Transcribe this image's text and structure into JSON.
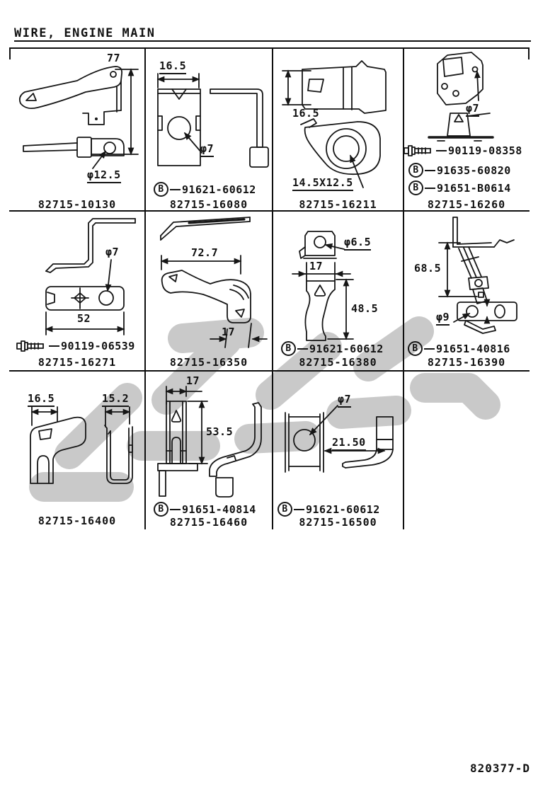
{
  "page": {
    "title": "WIRE, ENGINE MAIN",
    "doc_number": "820377-D"
  },
  "cells": [
    {
      "part": "82715-10130",
      "dims": [
        "77",
        "φ12.5"
      ],
      "refs": []
    },
    {
      "part": "82715-16080",
      "dims": [
        "16.5",
        "φ7"
      ],
      "refs": [
        {
          "badge": "B",
          "num": "91621-60612"
        }
      ]
    },
    {
      "part": "82715-16211",
      "dims": [
        "16.5",
        "14.5X12.5"
      ],
      "refs": []
    },
    {
      "part": "82715-16260",
      "dims": [
        "φ7"
      ],
      "refs": [
        {
          "badge": "bolt",
          "num": "90119-08358"
        },
        {
          "badge": "B",
          "num": "91635-60820"
        },
        {
          "badge": "B",
          "num": "91651-B0614"
        }
      ]
    },
    {
      "part": "82715-16271",
      "dims": [
        "φ7",
        "52"
      ],
      "refs": [
        {
          "badge": "bolt",
          "num": "90119-06539"
        }
      ]
    },
    {
      "part": "82715-16350",
      "dims": [
        "72.7",
        "17"
      ],
      "refs": []
    },
    {
      "part": "82715-16380",
      "dims": [
        "φ6.5",
        "17",
        "48.5"
      ],
      "refs": [
        {
          "badge": "B",
          "num": "91621-60612"
        }
      ]
    },
    {
      "part": "82715-16390",
      "dims": [
        "68.5",
        "φ9"
      ],
      "refs": [
        {
          "badge": "B",
          "num": "91651-40816"
        }
      ]
    },
    {
      "part": "82715-16400",
      "dims": [
        "16.5",
        "15.2"
      ],
      "refs": []
    },
    {
      "part": "82715-16460",
      "dims": [
        "17",
        "53.5"
      ],
      "refs": [
        {
          "badge": "B",
          "num": "91651-40814"
        }
      ]
    },
    {
      "part": "82715-16500",
      "dims": [
        "φ7",
        "21.50"
      ],
      "refs": [
        {
          "badge": "B",
          "num": "91621-60612"
        }
      ]
    }
  ]
}
